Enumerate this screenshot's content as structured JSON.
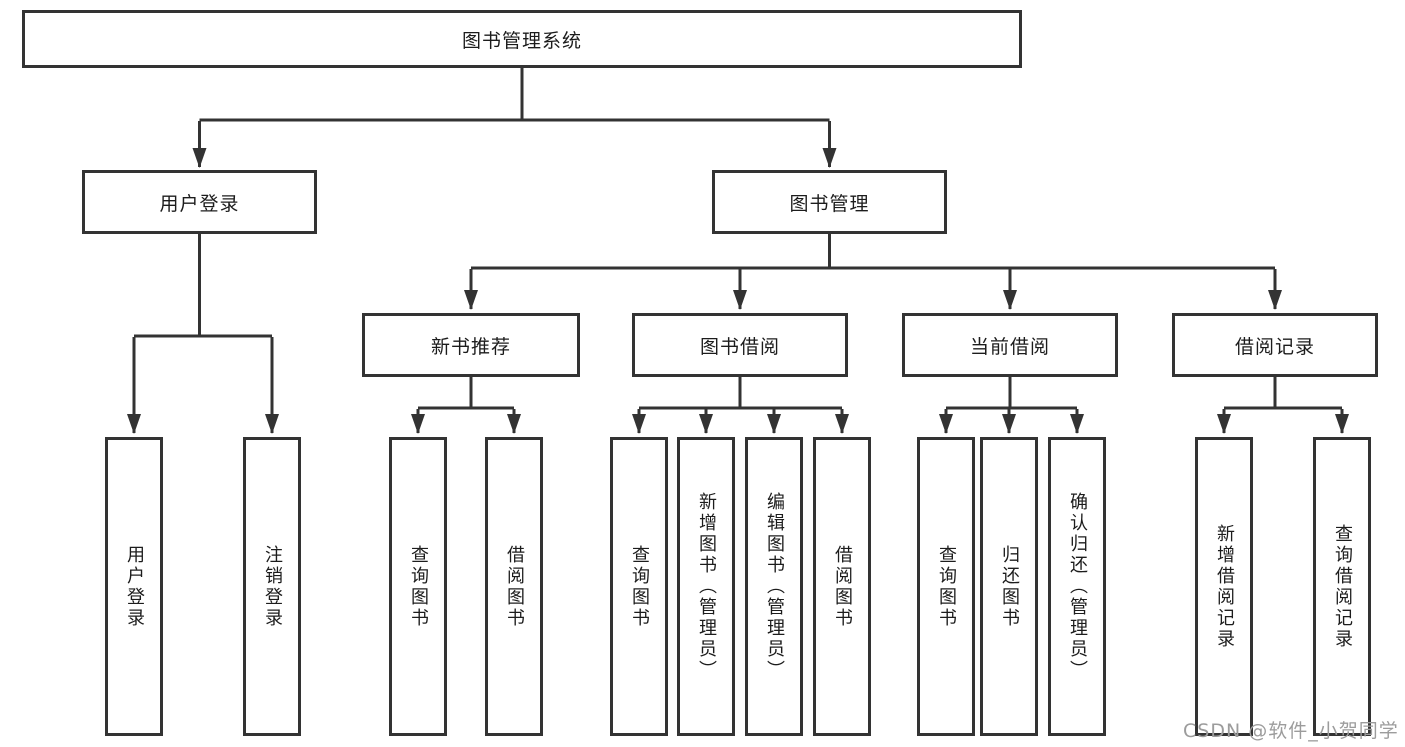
{
  "colors": {
    "line": "#333333",
    "text": "#1c1c1c",
    "watermark": "#9c9c9c",
    "background": "#ffffff"
  },
  "watermark": {
    "text": "CSDN @软件_小贺同学"
  },
  "tree": {
    "label": "图书管理系统",
    "children": [
      {
        "label": "用户登录",
        "children": [
          {
            "label": "用户登录"
          },
          {
            "label": "注销登录"
          }
        ]
      },
      {
        "label": "图书管理",
        "children": [
          {
            "label": "新书推荐",
            "children": [
              {
                "label": "查询图书"
              },
              {
                "label": "借阅图书"
              }
            ]
          },
          {
            "label": "图书借阅",
            "children": [
              {
                "label": "查询图书"
              },
              {
                "label": "新增图书（管理员）"
              },
              {
                "label": "编辑图书（管理员）"
              },
              {
                "label": "借阅图书"
              }
            ]
          },
          {
            "label": "当前借阅",
            "children": [
              {
                "label": "查询图书"
              },
              {
                "label": "归还图书"
              },
              {
                "label": "确认归还（管理员）"
              }
            ]
          },
          {
            "label": "借阅记录",
            "children": [
              {
                "label": "新增借阅记录"
              },
              {
                "label": "查询借阅记录"
              }
            ]
          }
        ]
      }
    ]
  }
}
